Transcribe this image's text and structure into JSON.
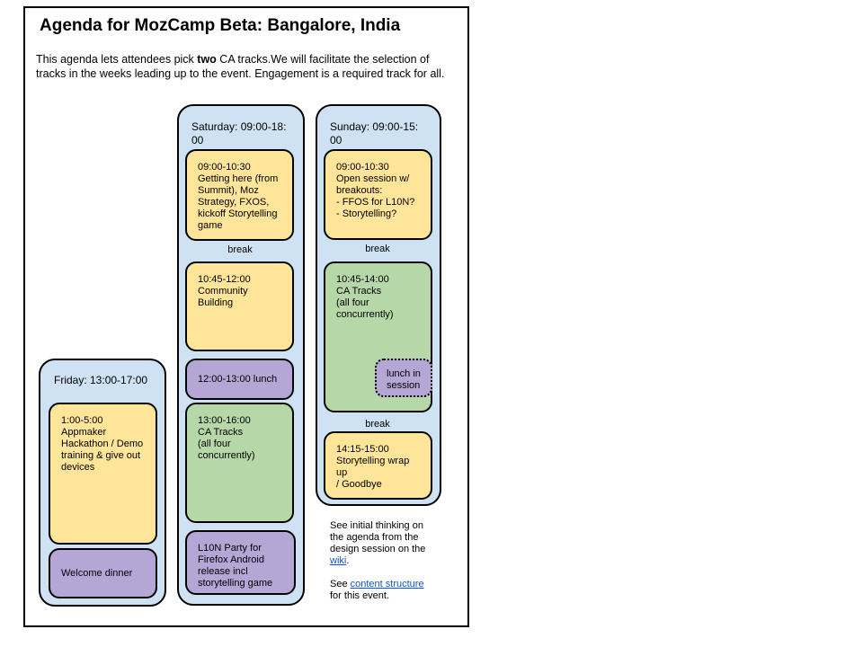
{
  "title": "Agenda for MozCamp Beta: Bangalore, India",
  "intro": {
    "before": "This agenda lets attendees pick ",
    "bold": "two",
    "after": " CA tracks.We will facilitate the selection of tracks in the weeks leading up to the event. Engagement is a required track for all."
  },
  "friday": {
    "heading": "Friday: 13:00-17:00",
    "session1": [
      "1:00-5:00",
      "Appmaker",
      "Hackathon / Demo",
      "training & give out",
      "devices"
    ],
    "session2": "Welcome dinner"
  },
  "saturday": {
    "heading": [
      "Saturday: 09:00-18:",
      "00"
    ],
    "session1": [
      "09:00-10:30",
      "Getting here (from",
      "Summit), Moz",
      "Strategy, FXOS,",
      "kickoff Storytelling",
      "game"
    ],
    "break": "break",
    "session2": [
      "10:45-12:00",
      "Community",
      "Building"
    ],
    "session3": "12:00-13:00 lunch",
    "session4": [
      "13:00-16:00",
      "CA Tracks",
      "(all four",
      "concurrently)"
    ],
    "session5": [
      "L10N Party for",
      "Firefox Android",
      "release incl",
      "storytelling game"
    ]
  },
  "sunday": {
    "heading": [
      "Sunday: 09:00-15:",
      "00"
    ],
    "session1": [
      "09:00-10:30",
      "Open session w/",
      "breakouts:",
      "- FFOS for L10N?",
      "- Storytelling?"
    ],
    "break1": "break",
    "session2": [
      "10:45-14:00",
      "CA Tracks",
      "(all four",
      "concurrently)"
    ],
    "lunch": [
      "lunch in",
      "session"
    ],
    "break2": "break",
    "session3": [
      "14:15-15:00",
      "Storytelling wrap up",
      "/ Goodbye"
    ]
  },
  "notes": {
    "wiki_before": [
      "See initial thinking on",
      "the agenda from the",
      "design session on the"
    ],
    "wiki_link": "wiki",
    "wiki_after": ".",
    "content_before": "See ",
    "content_link": "content structure",
    "content_after": "for this event."
  }
}
